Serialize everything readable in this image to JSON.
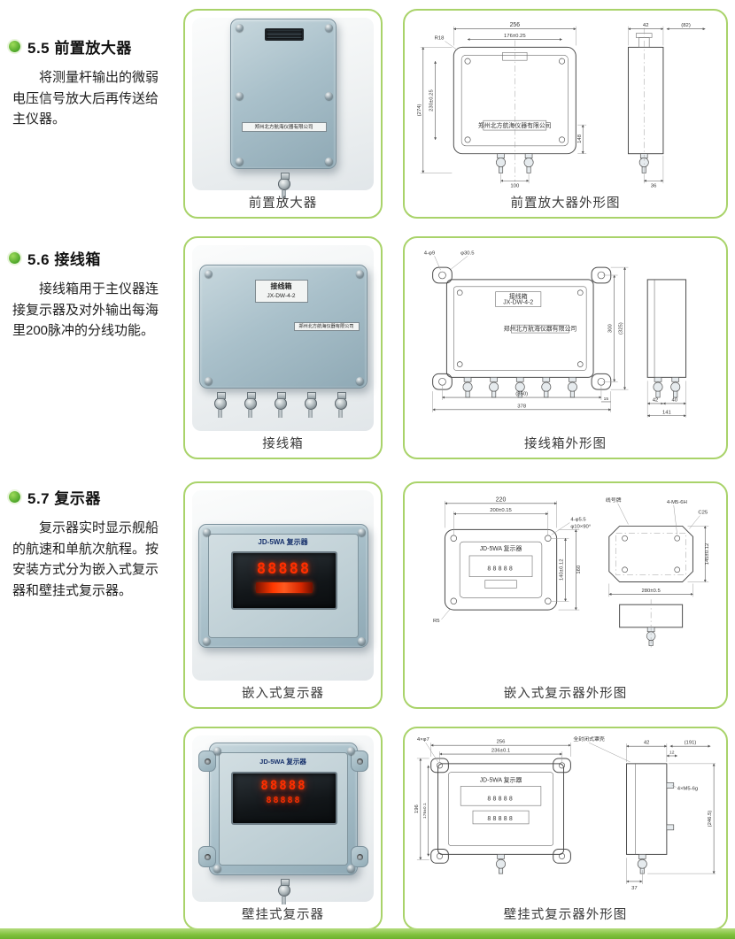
{
  "colors": {
    "accent_green": "#a9d36a",
    "bullet_green": "#4ea62a",
    "led_red": "#ff2e00",
    "footer_green": "#8cc640"
  },
  "left_column": {
    "sections": [
      {
        "heading": "5.5 前置放大器",
        "body": "将测量杆输出的微弱电压信号放大后再传送给主仪器。"
      },
      {
        "heading": "5.6 接线箱",
        "body": "接线箱用于主仪器连接复示器及对外输出每海里200脉冲的分线功能。"
      },
      {
        "heading": "5.7 复示器",
        "body": "复示器实时显示舰船的航速和单航次航程。按安装方式分为嵌入式复示器和壁挂式复示器。"
      }
    ]
  },
  "figures": [
    {
      "photo_caption": "前置放大器",
      "drawing_caption": "前置放大器外形图",
      "company": "郑州北方航海仪器有限公司",
      "dims": {
        "w_outer": "256",
        "w_inner": "176±0.25",
        "side_w": "42",
        "side_total": "(82)",
        "h_outer": "(274)",
        "h_inner": "230±0.25",
        "corner_r": "R18",
        "label_h": "148",
        "conn_gap": "100",
        "bottom_off": "36"
      }
    },
    {
      "photo_caption": "接线箱",
      "drawing_caption": "接线箱外形图",
      "label_line1": "接线箱",
      "label_line2": "JX-DW-4-2",
      "company": "郑州北方航海仪器有限公司",
      "dims": {
        "holes": "4-φ9",
        "hole_boss": "φ30.5",
        "h_outer": "(325)",
        "h_inner": "300",
        "w_outer": "378",
        "w_inner": "(350)",
        "edge_off": "15",
        "side_a": "42",
        "side_b": "40",
        "side_w": "141"
      }
    },
    {
      "photo_caption": "嵌入式复示器",
      "drawing_caption": "嵌入式复示器外形图",
      "device_label": "JD-5WA 复示器",
      "digits": "88888",
      "dims": {
        "w_outer": "220",
        "w_inner": "200±0.15",
        "holes": "4-φ5.5",
        "hole_note": "φ10×90°",
        "h_inner": "140±0.12",
        "h_outer": "160",
        "corner_r": "R5",
        "tag": "线号牌",
        "chamfer": "C25",
        "studs": "4-M5-6H",
        "rear_w": "280±0.5",
        "rear_h": "145±0.12"
      }
    },
    {
      "photo_caption": "壁挂式复示器",
      "drawing_caption": "壁挂式复示器外形图",
      "device_label": "JD-5WA 复示器",
      "digits": "88888",
      "note": "全封闭式罩壳",
      "dims": {
        "w_outer": "256",
        "w_inner": "236±0.1",
        "holes": "4×φ7",
        "h_outer": "196",
        "h_inner": "176±0.1",
        "side_w": "42",
        "side_total": "(191)",
        "stud_len": "12",
        "studs": "4×M5-6g",
        "total_d": "(246.5)",
        "conn_off": "37"
      }
    }
  ]
}
